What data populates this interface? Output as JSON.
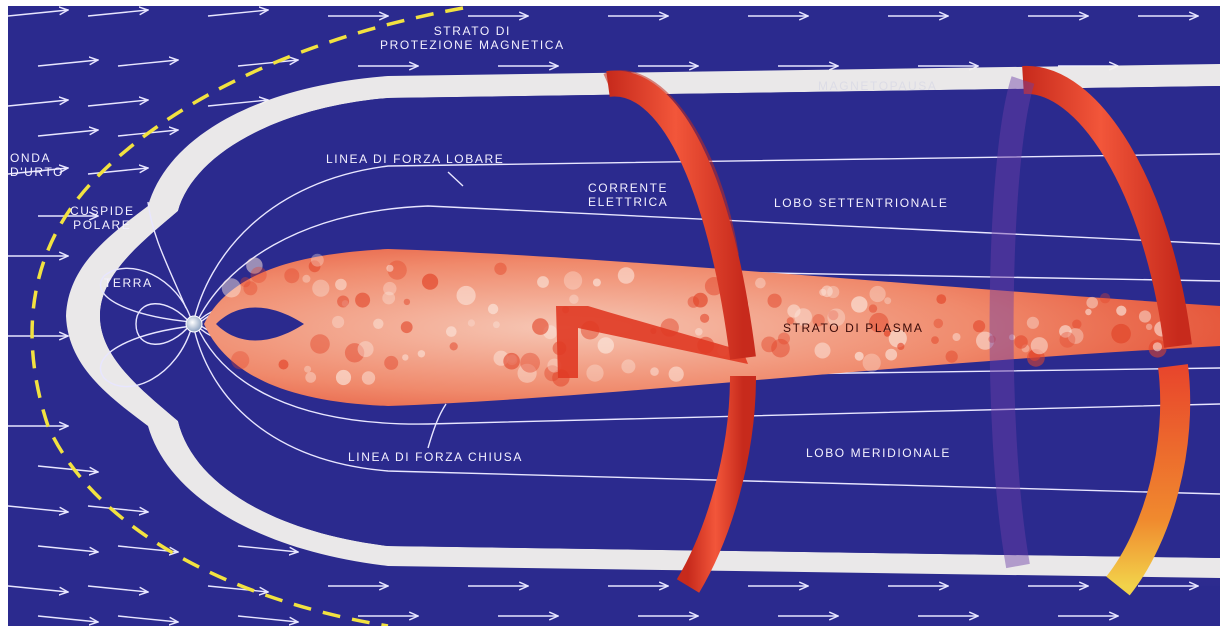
{
  "colors": {
    "background": "#2b2a8e",
    "arrows": "#e8e6ff",
    "bow_shock": "#f2e240",
    "magnetopause": "#f4f2ee",
    "plasma_sheet": "#e8502e",
    "current_ring": "#e4412a",
    "earth": "#c9d6e6"
  },
  "labels": {
    "shield_layer": [
      "STRATO DI",
      "PROTEZIONE MAGNETICA"
    ],
    "magnetopause": "MAGNETOPAUSA",
    "bow_shock": [
      "ONDA",
      "D'URTO"
    ],
    "lobe_field_line": "LINEA DI FORZA LOBARE",
    "current": [
      "CORRENTE",
      "ELETTRICA"
    ],
    "north_lobe": "LOBO SETTENTRIONALE",
    "polar_cusp": [
      "CUSPIDE",
      "POLARE"
    ],
    "earth": "TERRA",
    "plasma_sheet": "STRATO DI PLASMA",
    "closed_field_line": "LINEA DI FORZA CHIUSA",
    "south_lobe": "LOBO MERIDIONALE"
  }
}
